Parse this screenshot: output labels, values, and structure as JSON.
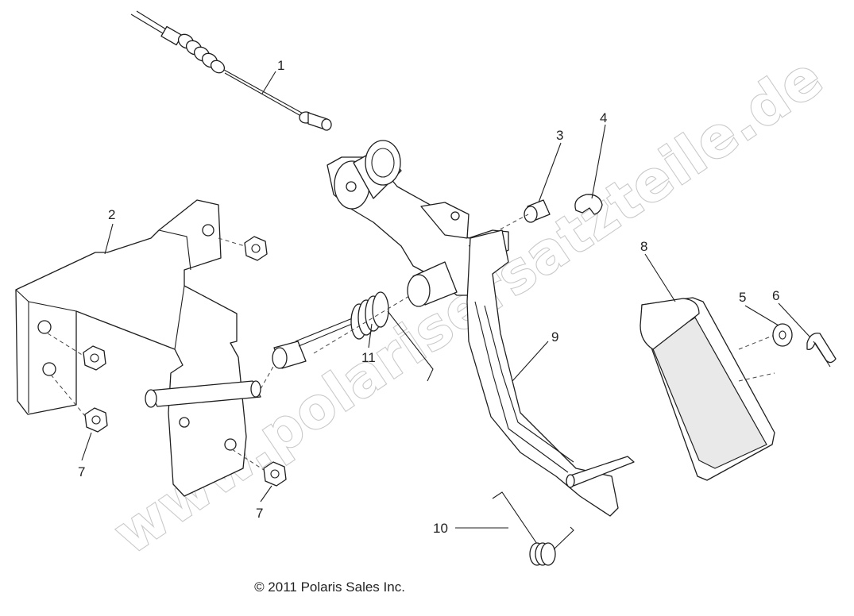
{
  "diagram": {
    "callouts": [
      {
        "id": "c1",
        "label": "1"
      },
      {
        "id": "c2",
        "label": "2"
      },
      {
        "id": "c3",
        "label": "3"
      },
      {
        "id": "c4",
        "label": "4"
      },
      {
        "id": "c5",
        "label": "5"
      },
      {
        "id": "c6",
        "label": "6"
      },
      {
        "id": "c7a",
        "label": "7"
      },
      {
        "id": "c7b",
        "label": "7"
      },
      {
        "id": "c8",
        "label": "8"
      },
      {
        "id": "c9",
        "label": "9"
      },
      {
        "id": "c10",
        "label": "10"
      },
      {
        "id": "c11",
        "label": "11"
      }
    ],
    "copyright": "© 2011 Polaris Sales Inc.",
    "watermark": "www.polarisersatzteile.de"
  }
}
